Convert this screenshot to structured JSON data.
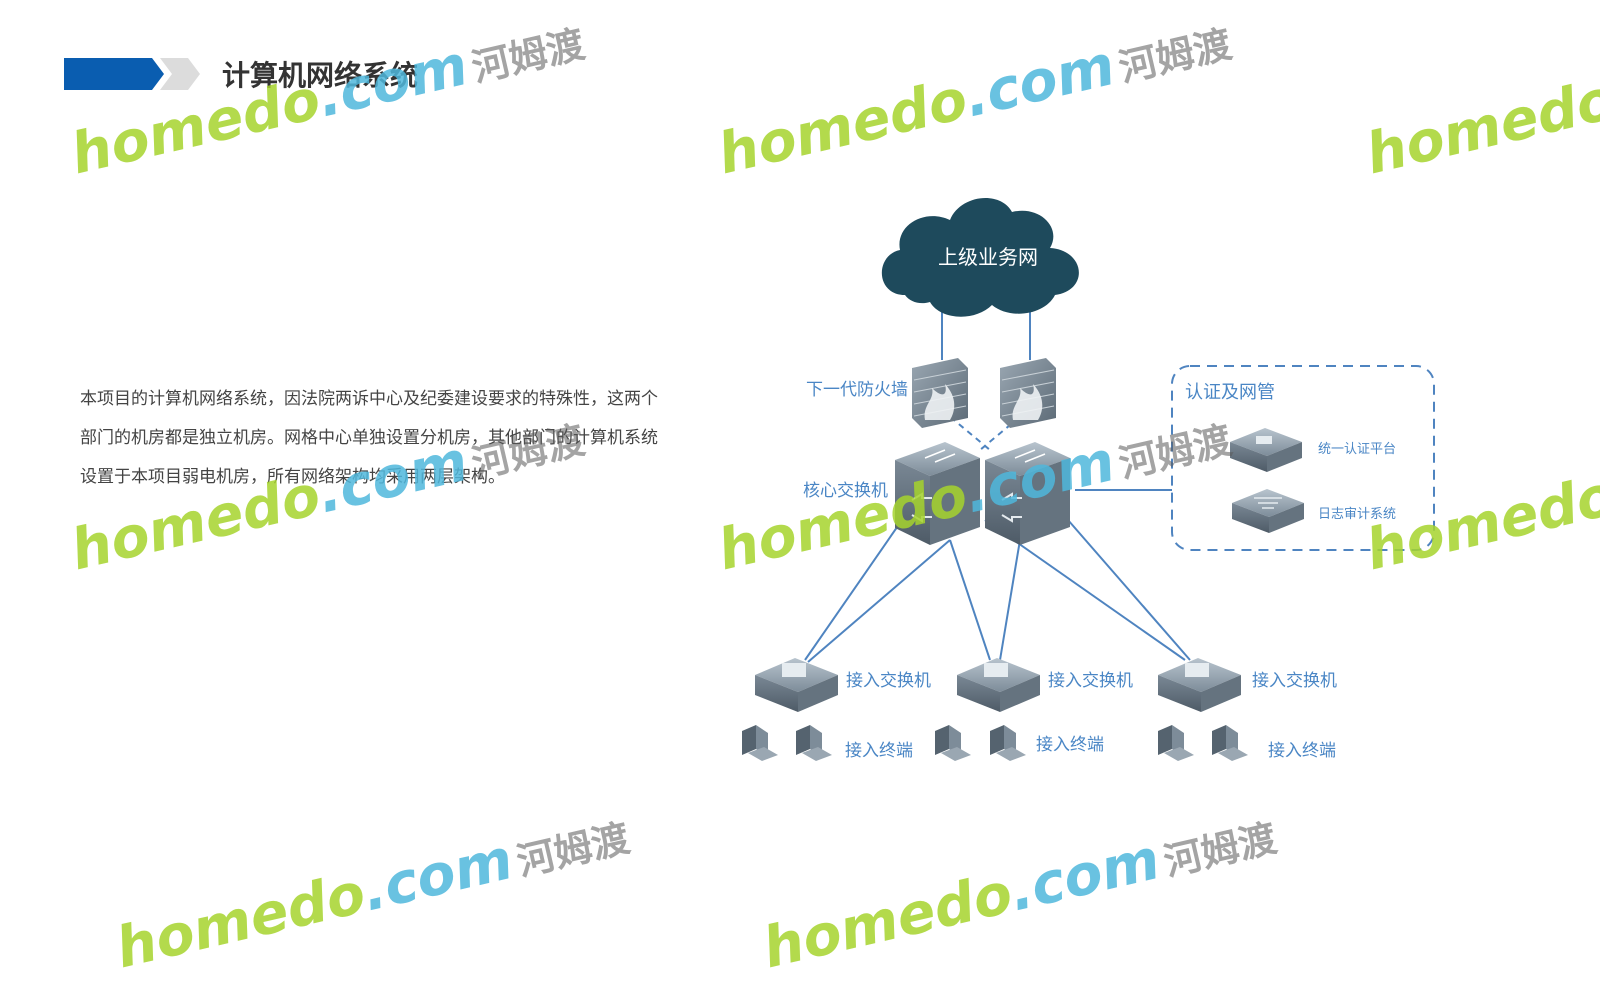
{
  "page": {
    "title": "计算机网络系统",
    "body_text": "本项目的计算机网络系统，因法院两诉中心及纪委建设要求的特殊性，这两个部门的机房都是独立机房。网格中心单独设置分机房，其他部门的计算机系统设置于本项目弱电机房，所有网络架构均采用两层架构。"
  },
  "diagram": {
    "cloud_label": "上级业务网",
    "firewall_label": "下一代防火墙",
    "core_label": "核心交换机",
    "auth_group_title": "认证及网管",
    "auth_item_1": "统一认证平台",
    "auth_item_2": "日志审计系统",
    "access_switch_labels": [
      "接入交换机",
      "接入交换机",
      "接入交换机"
    ],
    "terminal_labels": [
      "接入终端",
      "接入终端",
      "接入终端"
    ]
  },
  "watermark": {
    "brand": "homedo",
    "domain_suffix": ".com",
    "cn": "河姆渡"
  },
  "colors": {
    "title_bar_blue": "#0a5db0",
    "title_bar_gray": "#d9d9d9",
    "cloud": "#1e4a5c",
    "link_blue": "#4f84c0",
    "label_blue": "#4a86c5",
    "device_gray": "#6f7f8c"
  }
}
